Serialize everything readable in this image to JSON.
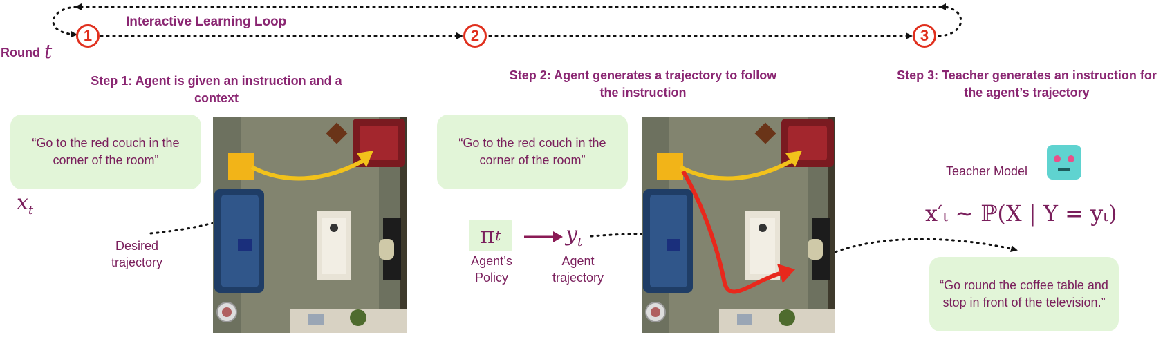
{
  "loop": {
    "title": "Interactive Learning Loop",
    "round_label": "Round",
    "round_var": "t",
    "steps": [
      "1",
      "2",
      "3"
    ]
  },
  "step1": {
    "title": "Step 1: Agent is given an instruction and a context",
    "instruction": "“Go to the red couch in the corner of the room”",
    "instruction_var": "x",
    "instruction_sub": "t",
    "desired_label": "Desired trajectory"
  },
  "step2": {
    "title": "Step 2: Agent generates a trajectory to follow the instruction",
    "instruction": "“Go to the red couch in the corner of the room”",
    "policy_symbol": "π",
    "policy_sub": "t",
    "policy_label": "Agent’s Policy",
    "trajectory_var": "y",
    "trajectory_sub": "t",
    "trajectory_label": "Agent trajectory"
  },
  "step3": {
    "title": "Step 3: Teacher generates an instruction for the agent’s trajectory",
    "teacher_label": "Teacher Model",
    "formula": "x′ₜ ∼ ℙ(X | Y = yₜ)",
    "new_instruction": "“Go round the coffee table and stop in front of the television.”"
  },
  "colors": {
    "accent": "#8a2672",
    "step_circle": "#e0301e",
    "quote_bg": "#e2f5d8",
    "desired_path": "#f2c21b",
    "agent_path": "#e8281c",
    "robot_face": "#5fd3d0"
  }
}
